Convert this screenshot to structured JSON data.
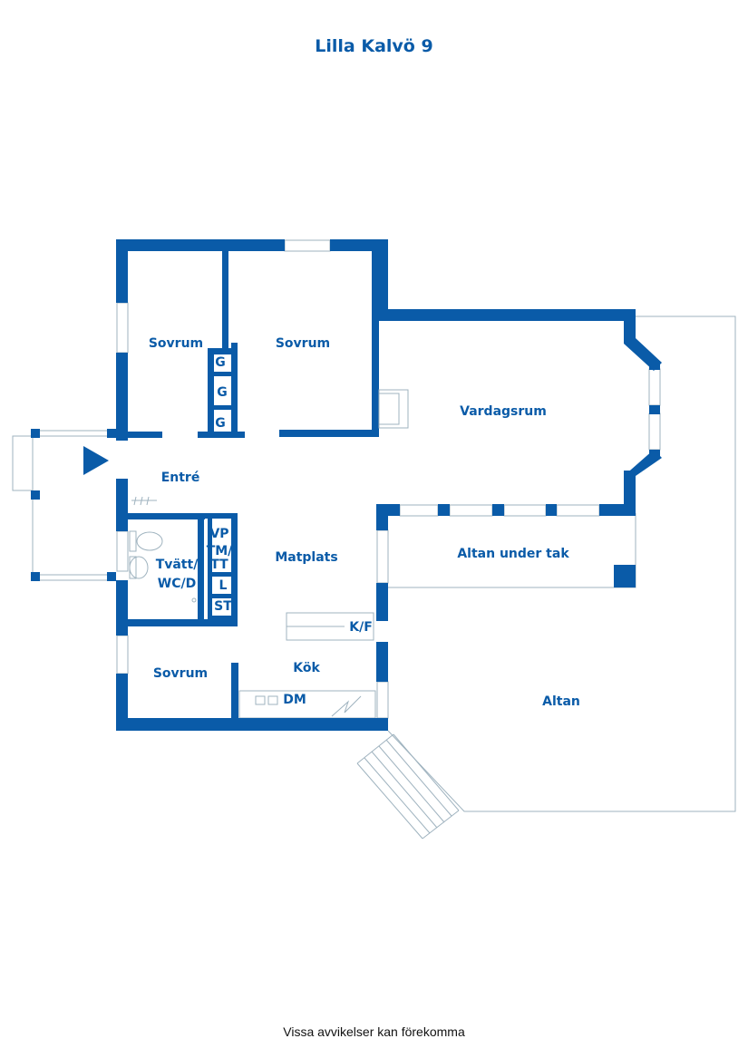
{
  "title": "Lilla Kalvö 9",
  "footer": "Vissa avvikelser kan förekomma",
  "colors": {
    "wall": "#0a5ba8",
    "thin_line": "#9fb3bf",
    "background": "#ffffff"
  },
  "rooms": {
    "sovrum_1": "Sovrum",
    "sovrum_2": "Sovrum",
    "sovrum_3": "Sovrum",
    "vardagsrum": "Vardagsrum",
    "entre": "Entré",
    "matplats": "Matplats",
    "kok": "Kök",
    "altan_under_tak": "Altan under tak",
    "altan": "Altan",
    "tvatt_line1": "Tvätt/",
    "tvatt_line2": "WC/D"
  },
  "fixtures": {
    "garderob_1": "G",
    "garderob_2": "G",
    "garderob_3": "G",
    "vp": "VP",
    "tm_line1": "TM/",
    "tm_line2": "TT",
    "linne": "L",
    "stad": "ST",
    "kyl_frys": "K/F",
    "diskmaskin": "DM"
  },
  "icons": {
    "entrance": "entrance-arrow-icon",
    "fireplace": "fireplace-icon",
    "stove": "stove-icon"
  }
}
